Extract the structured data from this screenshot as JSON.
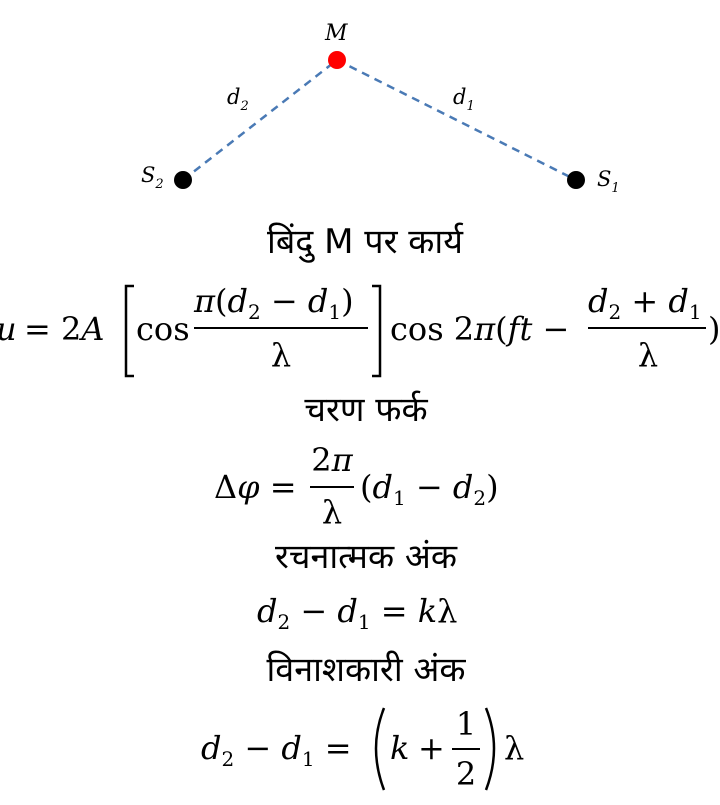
{
  "diagram": {
    "point_m_label": "M",
    "source_s2_label": "S",
    "source_s2_sub": "2",
    "source_s1_label": "S",
    "source_s1_sub": "1",
    "distance_d2_label": "d",
    "distance_d2_sub": "2",
    "distance_d1_label": "d",
    "distance_d1_sub": "1",
    "colors": {
      "point_m": "#ff0000",
      "sources": "#000000",
      "dashed_line": "#4a7ab5"
    }
  },
  "sections": {
    "function_heading": "बिंदु M पर कार्य",
    "phase_heading": "चरण फर्क",
    "constructive_heading": "रचनात्मक अंक",
    "destructive_heading": "विनाशकारी अंक"
  },
  "equations": {
    "wave_function": "u = 2A [cos π(d₂ − d₁)/λ] cos 2π(ft − (d₂ + d₁)/λ)",
    "phase_difference": "Δφ = 2π/λ (d₁ − d₂)",
    "constructive_condition": "d₂ − d₁ = kλ",
    "destructive_condition": "d₂ − d₁ = (k + 1/2)λ"
  }
}
